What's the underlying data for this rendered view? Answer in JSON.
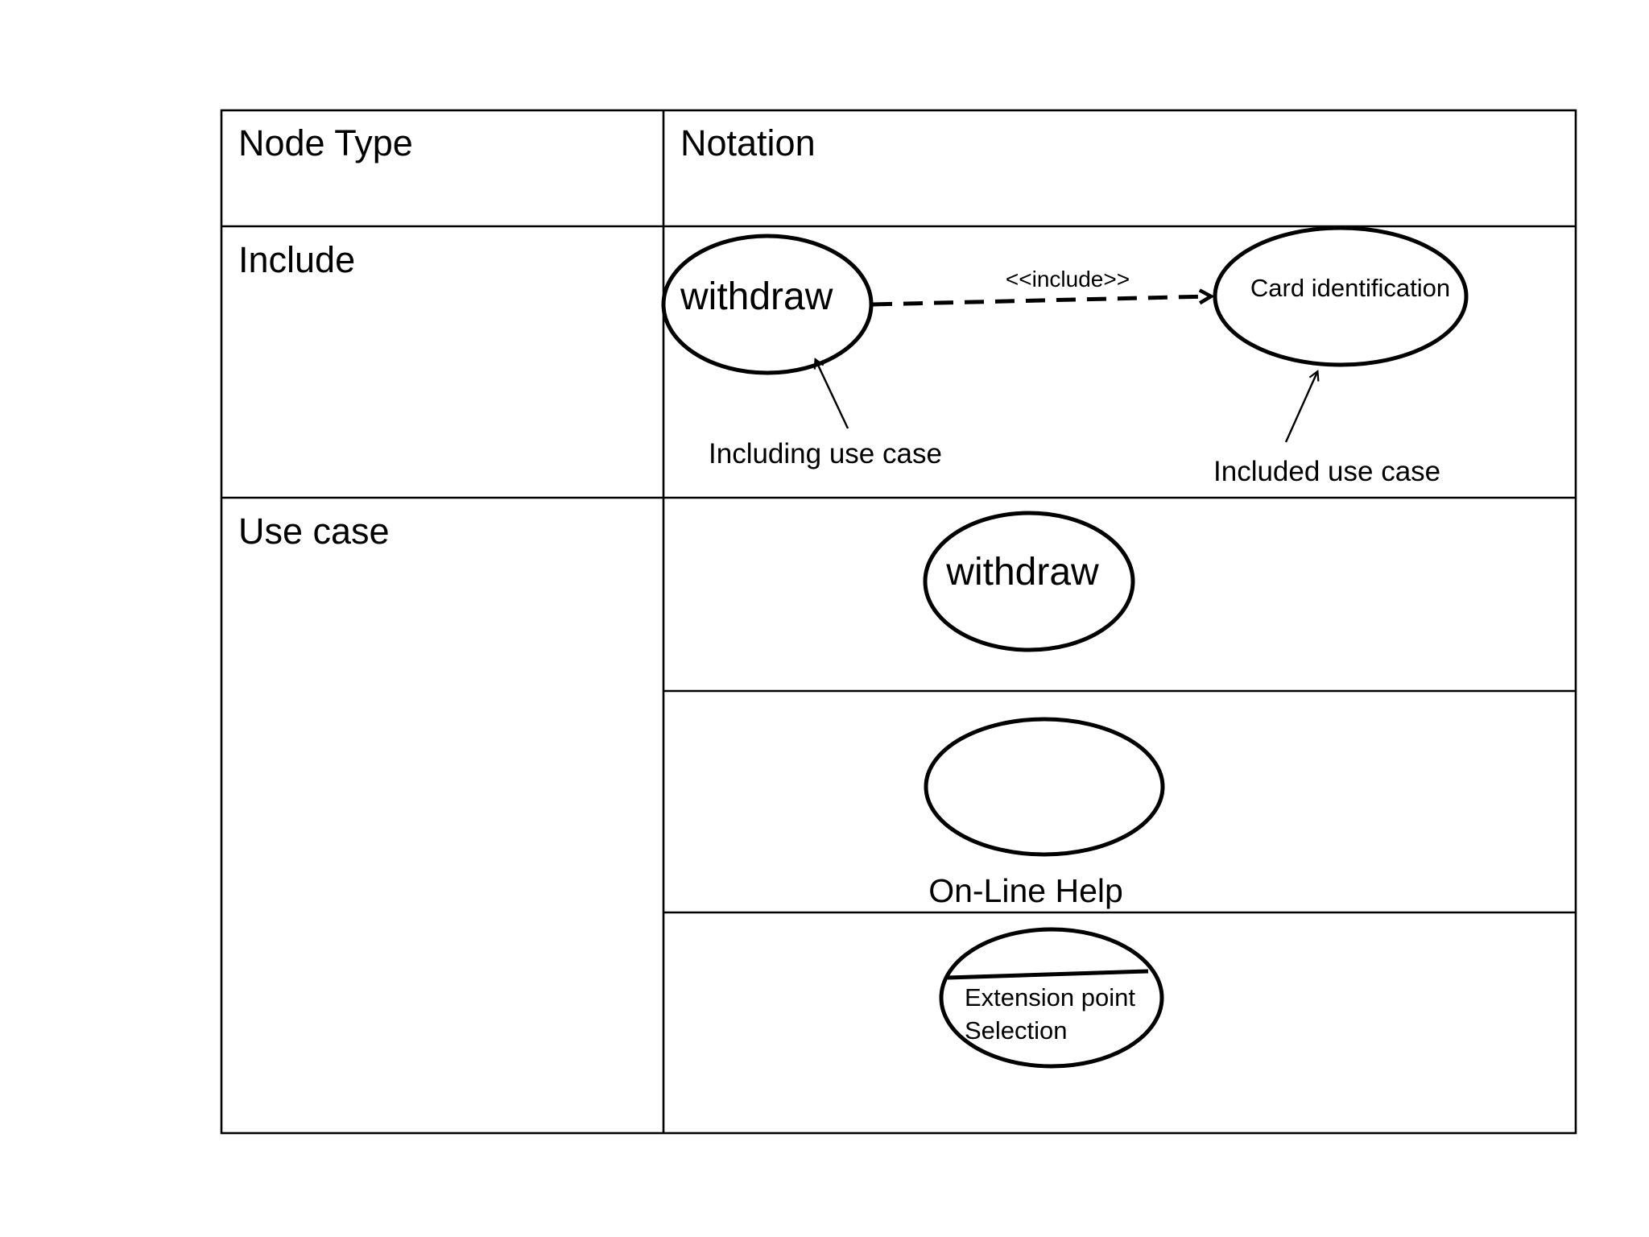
{
  "table": {
    "header": {
      "node_type": "Node Type",
      "notation": "Notation"
    },
    "rows": [
      {
        "node_type": "Include",
        "notation": {
          "including_use_case": "withdraw",
          "included_use_case": "Card identification",
          "relation_label": "<<include>>",
          "including_caption": "Including use case",
          "included_caption": "Included use case"
        }
      },
      {
        "node_type": "Use case",
        "notation": [
          {
            "use_case_name": "withdraw"
          },
          {
            "caption_below": "On-Line Help"
          },
          {
            "compartment_line_1": "Extension point",
            "compartment_line_2": "Selection"
          }
        ]
      }
    ]
  }
}
